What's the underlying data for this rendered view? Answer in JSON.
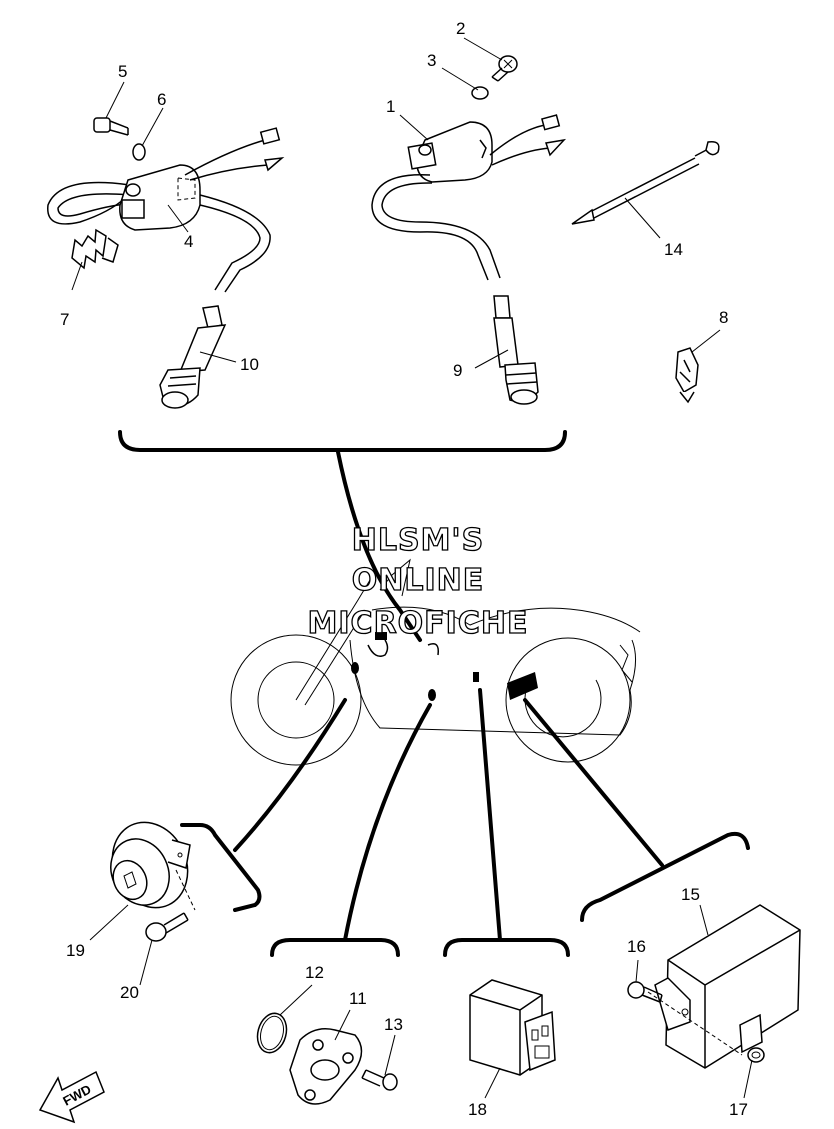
{
  "callouts": {
    "c1": "1",
    "c2": "2",
    "c3": "3",
    "c4": "4",
    "c5": "5",
    "c6": "6",
    "c7": "7",
    "c8": "8",
    "c9": "9",
    "c10": "10",
    "c11": "11",
    "c12": "12",
    "c13": "13",
    "c14": "14",
    "c15": "15",
    "c16": "16",
    "c17": "17",
    "c18": "18",
    "c19": "19",
    "c20": "20"
  },
  "watermark": {
    "line1": "HLSM'S",
    "line2": "ONLINE",
    "line3": "MICROFICHE"
  },
  "fwd_label": "FWD"
}
